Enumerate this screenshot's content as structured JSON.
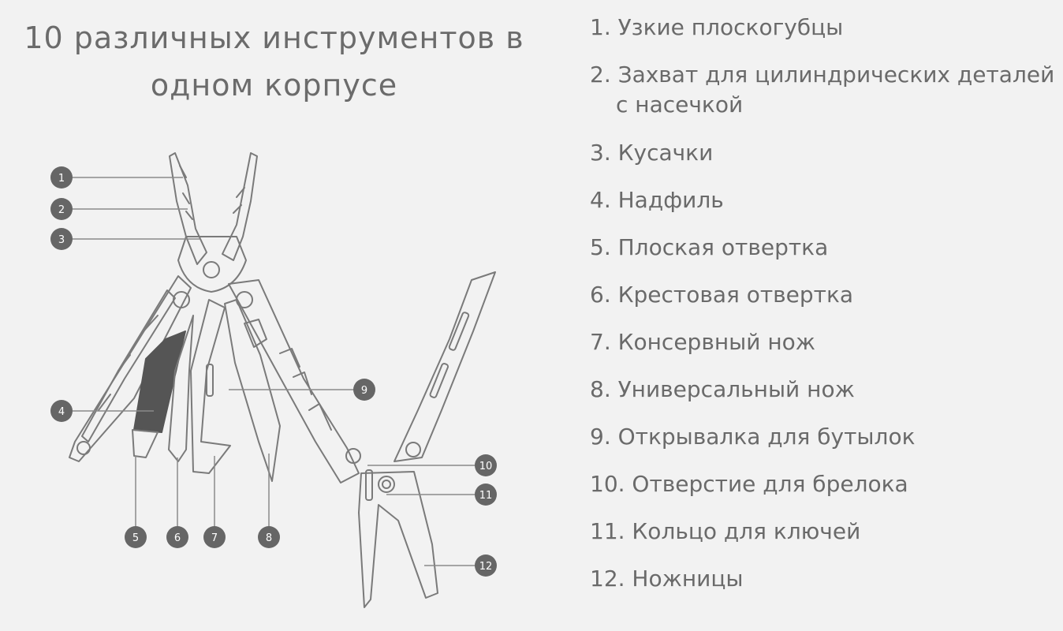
{
  "title": {
    "line1": "10 различных инструментов в",
    "line2": "одном корпусе"
  },
  "callouts": [
    "1",
    "2",
    "3",
    "4",
    "5",
    "6",
    "7",
    "8",
    "9",
    "10",
    "11",
    "12"
  ],
  "legend": [
    {
      "text": "1. Узкие плоскогубцы"
    },
    {
      "text": "2. Захват для цилиндрических деталей",
      "cont": "с насечкой"
    },
    {
      "text": "3. Кусачки"
    },
    {
      "text": "4. Надфиль"
    },
    {
      "text": "5. Плоская отвертка"
    },
    {
      "text": "6. Крестовая отвертка"
    },
    {
      "text": "7. Консервный нож"
    },
    {
      "text": "8. Универсальный нож"
    },
    {
      "text": "9. Открывалка для бутылок"
    },
    {
      "text": "10. Отверстие для брелока"
    },
    {
      "text": "11. Кольцо для ключей"
    },
    {
      "text": "12. Ножницы"
    }
  ],
  "colors": {
    "background": "#f2f2f2",
    "callout_fill": "#666666",
    "line": "#7a7a7a",
    "file_dark": "#555555"
  }
}
